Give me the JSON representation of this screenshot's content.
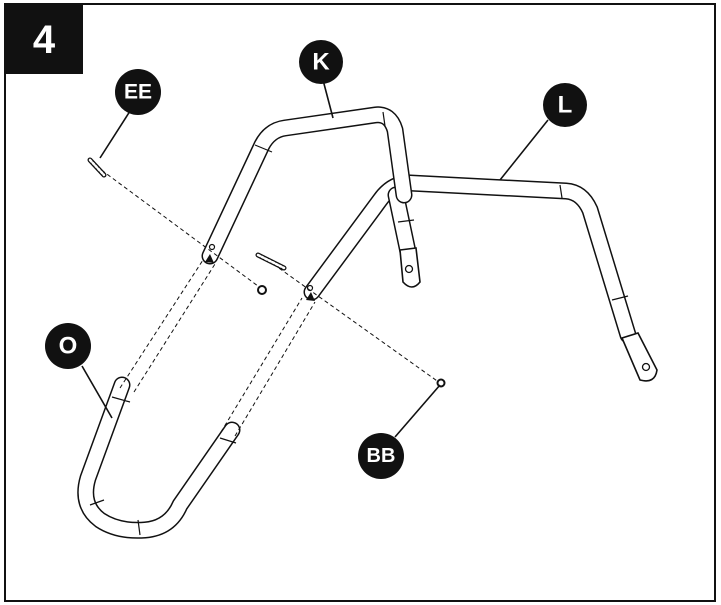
{
  "step": {
    "number": "4"
  },
  "callouts": {
    "K": "K",
    "L": "L",
    "O": "O",
    "EE": "EE",
    "BB": "BB"
  },
  "colors": {
    "ink": "#111111",
    "paper": "#ffffff"
  }
}
